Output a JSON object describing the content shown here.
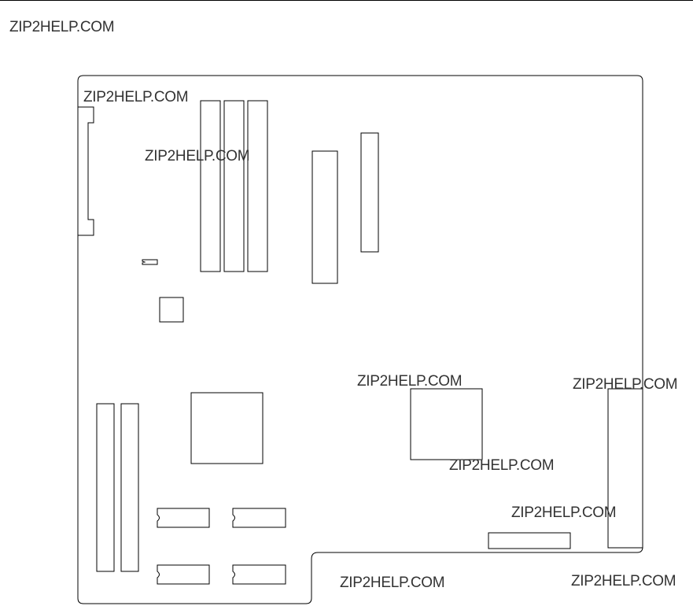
{
  "watermark": {
    "text": "ZIP2HELP.COM",
    "color": "#333333"
  },
  "diagram": {
    "stroke_color": "#000000",
    "background": "#ffffff",
    "components": [
      "board-outline",
      "rear-io-connector",
      "memory-slot",
      "memory-slot",
      "memory-slot",
      "expansion-connector",
      "header-connector",
      "jumper",
      "small-chip",
      "large-chip",
      "large-chip",
      "ide-connector",
      "ide-connector",
      "dip-chip",
      "dip-chip",
      "dip-chip",
      "dip-chip",
      "right-edge-connector",
      "bottom-connector"
    ]
  }
}
